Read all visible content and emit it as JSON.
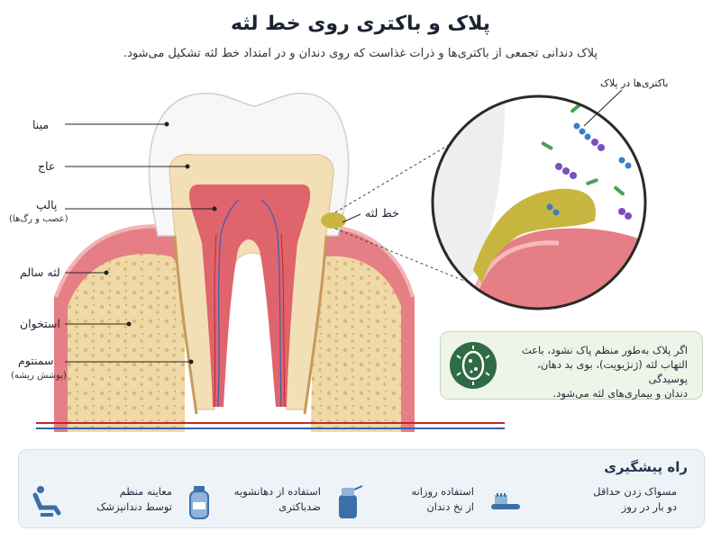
{
  "title": "پلاک و باکتری روی خط لثه",
  "subtitle": "پلاک دندانی تجمعی از باکتری‌ها و ذرات غذاست که روی دندان و در امتداد خط لثه تشکیل می‌شود.",
  "labels": {
    "enamel": "مینا",
    "dentin": "عاج",
    "pulp": "پالپ",
    "pulp_note": "(عصب و رگ‌ها)",
    "gum": "لثه سالم",
    "bone": "استخوان",
    "cementum": "سمنتوم",
    "cementum_note": "(پوشش ریشه)",
    "gumline": "خط لثه",
    "bacteria": "باکتری‌ها در پلاک"
  },
  "info": {
    "line1": "اگر پلاک  به‌طور منظم پاک نشود، باعث",
    "line2": "التهاب لثه (ژنژیویت)، بوی بد دهان، پوسیدگی",
    "line3": "دندان و بیماری‌های لثه  می‌شود.",
    "icon": "bacteria-icon"
  },
  "prevention": {
    "title": "راه پیشگیری",
    "items": [
      {
        "line1": "مسواک زدن حداقل",
        "line2": "دو بار در روز",
        "icon": "toothbrush-icon"
      },
      {
        "line1": "استفاده روزانه",
        "line2": "از نخ دندان",
        "icon": "floss-icon"
      },
      {
        "line1": "استفاده از دهانشویه",
        "line2": "ضدباکتری",
        "icon": "mouthwash-icon"
      },
      {
        "line1": "معاینه منظم",
        "line2": "توسط دندانپزشک",
        "icon": "dental-chair-icon"
      }
    ]
  },
  "colors": {
    "enamel": "#f7f7f7",
    "dentin": "#f3dfb5",
    "pulp": "#e0646c",
    "gum": "#e0787e",
    "bone": "#efd9a6",
    "plaque": "#c8b640",
    "accent": "#2f6b45"
  }
}
